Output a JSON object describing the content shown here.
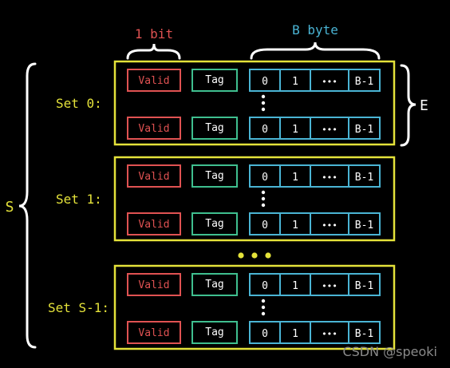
{
  "labels": {
    "bit_label": "1 bit",
    "byte_label": "B byte",
    "e_label": "E",
    "s_label": "S",
    "valid": "Valid",
    "tag": "Tag",
    "block_cells": [
      "0",
      "1",
      "•••",
      "B-1"
    ]
  },
  "sets": [
    {
      "name": "Set 0:"
    },
    {
      "name": "Set 1:"
    },
    {
      "name": "Set S-1:"
    }
  ],
  "watermark": "CSDN @speoki",
  "colors": {
    "background": "#000000",
    "set_box": "#e4e23a",
    "set_label": "#e4e23a",
    "valid": "#e05252",
    "tag": "#3fbf8f",
    "block": "#4ab4d4",
    "bracket": "#ffffff",
    "bit_label": "#e05252",
    "byte_label": "#4ab4d4"
  }
}
